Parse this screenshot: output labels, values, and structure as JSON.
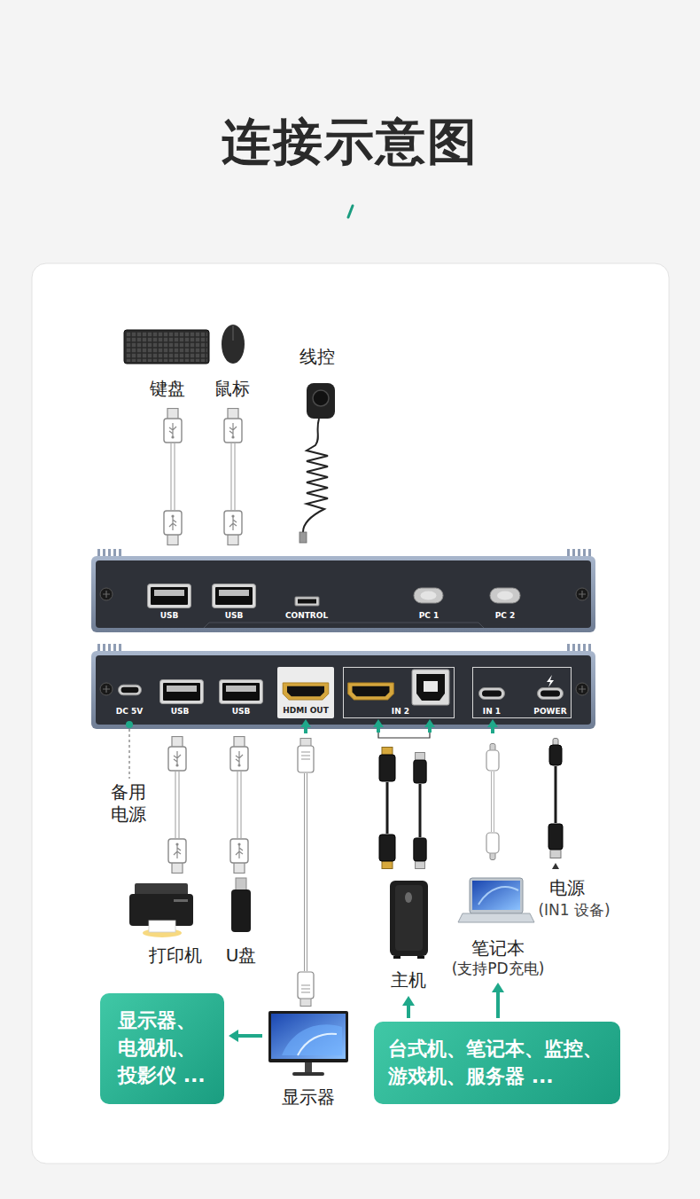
{
  "diagram": {
    "title": "连接示意图",
    "nodes": [
      {
        "text": [
          "主机"
        ]
      },
      {
        "text": [
          "笔记本",
          "(支持PD充电)"
        ]
      },
      {
        "text": [
          "显示器、 电视机、 投影仪 ..."
        ]
      },
      {
        "text": [
          "显示器"
        ]
      },
      {
        "text": [
          "台式机、笔记本、监控、 游戏机、服务器 ..."
        ]
      }
    ],
    "edges": [
      {
        "from": 3,
        "to": 2,
        "arrow": "to"
      },
      {
        "from": 4,
        "to": 0,
        "arrow": "to"
      },
      {
        "from": 4,
        "to": 1,
        "arrow": "to"
      }
    ],
    "labels": [
      "键盘",
      "鼠标",
      "线控",
      "USB",
      "USB",
      "CONTROL",
      "PC 1",
      "PC 2",
      "DC 5V",
      "USB",
      "USB",
      "HDMI OUT",
      "IN 2",
      "IN 1",
      "POWER",
      "备用 电源",
      "打印机",
      "U盘",
      "电源",
      "(IN1 设备)"
    ]
  }
}
